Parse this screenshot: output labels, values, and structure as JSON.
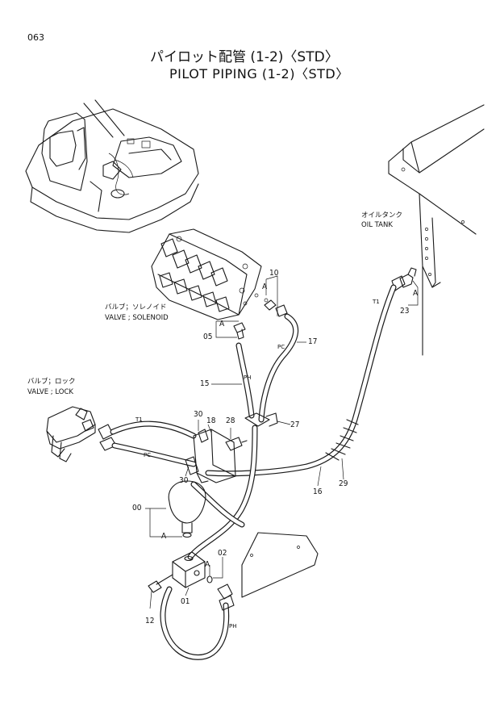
{
  "page_number": "063",
  "title_jp": "パイロット配管 (1-2)〈STD〉",
  "title_en": "PILOT PIPING (1-2)〈STD〉",
  "labels": {
    "oil_tank_jp": "オイルタンク",
    "oil_tank_en": "OIL TANK",
    "solenoid_jp": "バルブ；ソレノイド",
    "solenoid_en": "VALVE ; SOLENOID",
    "lock_jp": "バルブ；ロック",
    "lock_en": "VALVE ; LOCK"
  },
  "part_numbers": {
    "p10": "10",
    "p23": "23",
    "p05": "05",
    "p17": "17",
    "p15": "15",
    "p30a": "30",
    "p18": "18",
    "p28": "28",
    "p27": "27",
    "p30b": "30",
    "p16": "16",
    "p29": "29",
    "p00": "00",
    "p02": "02",
    "p01": "01",
    "p12": "12"
  },
  "markers": {
    "a1": "A",
    "a2": "A",
    "a3": "A",
    "a4": "A",
    "a5": "A",
    "t1a": "T1",
    "t1b": "T1",
    "pc1": "PC",
    "pc2": "PC",
    "ph1": "PH",
    "ph2": "PH"
  }
}
